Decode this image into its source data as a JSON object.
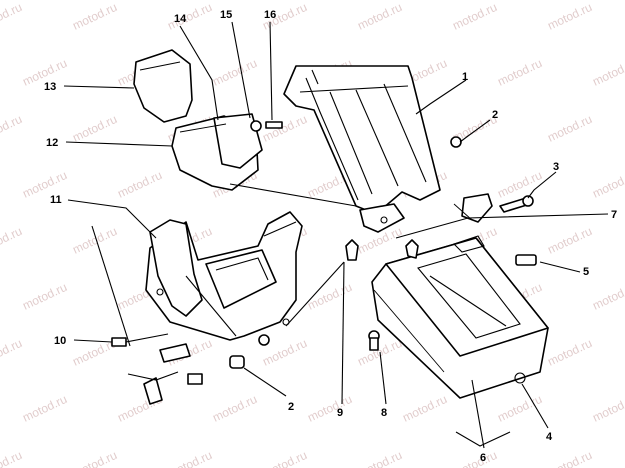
{
  "watermark": "motod.ru",
  "labels": {
    "n1": "1",
    "n2a": "2",
    "n2b": "2",
    "n3": "3",
    "n4": "4",
    "n5": "5",
    "n6": "6",
    "n7": "7",
    "n8": "8",
    "n9": "9",
    "n10": "10",
    "n11": "11",
    "n12": "12",
    "n13": "13",
    "n14": "14",
    "n15": "15",
    "n16": "16"
  }
}
